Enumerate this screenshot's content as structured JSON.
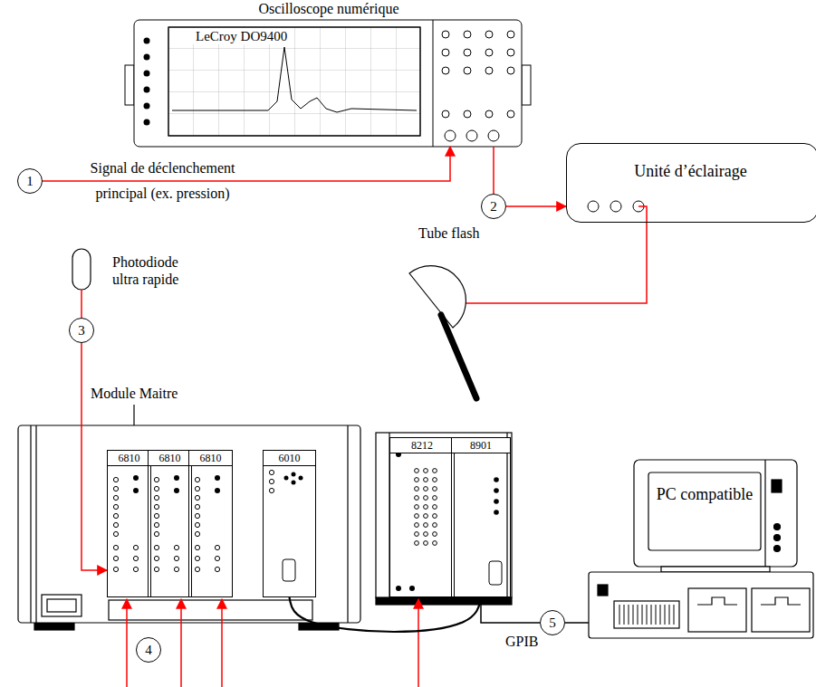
{
  "diagram": {
    "nodes": [
      {
        "text": [
          "Oscilloscope numérique",
          "LeCroy DO9400"
        ]
      },
      {
        "text": [
          "1"
        ]
      },
      {
        "text": [
          "2"
        ]
      },
      {
        "text": [
          "Unité d’éclairage"
        ]
      },
      {
        "text": [
          "3"
        ]
      },
      {
        "text": [
          "6810"
        ]
      },
      {
        "text": [
          "6810"
        ]
      },
      {
        "text": [
          "6810"
        ]
      },
      {
        "text": [
          "6010"
        ]
      },
      {
        "text": [
          "8212"
        ]
      },
      {
        "text": [
          "8901"
        ]
      },
      {
        "text": [
          "4"
        ]
      },
      {
        "text": [
          "5"
        ]
      },
      {
        "text": [
          "PC compatible"
        ]
      }
    ],
    "edges": [
      {
        "from": 1,
        "to": 0,
        "arrow": "to"
      },
      {
        "from": 0,
        "to": 2,
        "arrow": "none"
      },
      {
        "from": 2,
        "to": 3,
        "arrow": "to"
      },
      {
        "from": 4,
        "to": 5,
        "arrow": "to"
      },
      {
        "from": 8,
        "to": 10,
        "arrow": "none"
      },
      {
        "from": 10,
        "to": 12,
        "arrow": "none"
      },
      {
        "from": 12,
        "to": 13,
        "arrow": "none"
      }
    ],
    "labels": [
      "Signal de déclenchement principal (ex. pression)",
      "Tube flash",
      "Photodiode ultra rapide",
      "Module Maitre",
      "GPIB"
    ]
  }
}
